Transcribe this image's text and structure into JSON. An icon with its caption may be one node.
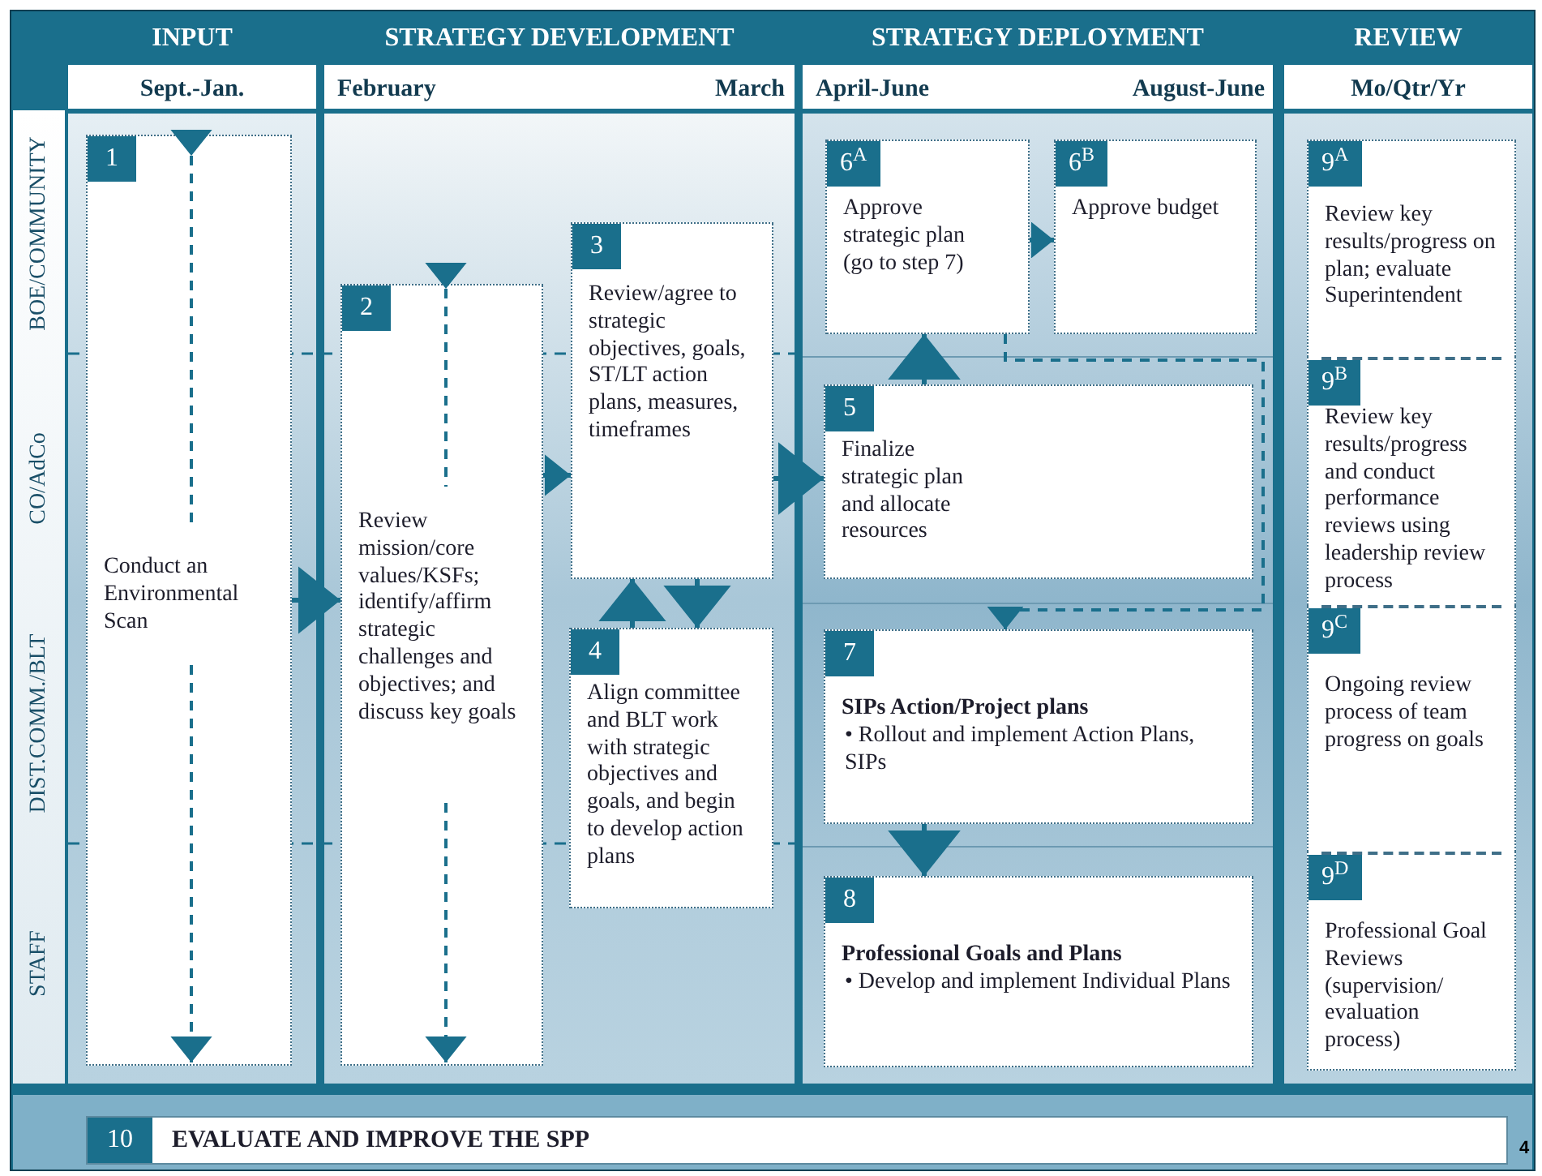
{
  "diagram": {
    "nodes": [
      {
        "text": [
          "1",
          "Conduct an Environmental Scan"
        ]
      },
      {
        "text": [
          "2",
          "Review mission/core values/KSFs; identify/affirm strategic challenges and objectives; and discuss key goals"
        ]
      },
      {
        "text": [
          "3",
          "Review/agree to strategic objectives, goals, ST/LT action plans, measures, timeframes"
        ]
      },
      {
        "text": [
          "4",
          "Align committee and BLT work with strategic objectives and goals, and begin to develop action plans"
        ]
      },
      {
        "text": [
          "5",
          "Finalize strategic plan and allocate resources"
        ]
      },
      {
        "text": [
          "6$^{A}$",
          "Approve strategic plan (go to step 7)"
        ]
      },
      {
        "text": [
          "6$^{B}$",
          "Approve budget"
        ]
      },
      {
        "text": [
          "7",
          "SIPs Action/Project plans",
          "• Rollout and implement Action Plans, SIPs"
        ]
      },
      {
        "text": [
          "8",
          "Professional Goals and Plans",
          "• Develop and implement Individual Plans"
        ]
      },
      {
        "text": [
          "9$^{A}$",
          "Review key results/progress on plan; evaluate Superintendent"
        ]
      },
      {
        "text": [
          "9$^{B}$",
          "Review key results/progress and conduct performance reviews using leadership review process"
        ]
      },
      {
        "text": [
          "9$^{C}$",
          "Ongoing review process of team progress on goals"
        ]
      },
      {
        "text": [
          "9$^{D}$",
          "Professional Goal Reviews (supervision/ evaluation process)"
        ]
      },
      {
        "text": [
          "10",
          "EVALUATE AND IMPROVE THE SPP"
        ]
      }
    ],
    "edges": [
      {
        "from": 0,
        "to": 1,
        "arrow": "to"
      },
      {
        "from": 1,
        "to": 2,
        "arrow": "to"
      },
      {
        "from": 3,
        "to": 2,
        "arrow": "to"
      },
      {
        "from": 2,
        "to": 3,
        "arrow": "to"
      },
      {
        "from": 2,
        "to": 4,
        "arrow": "to"
      },
      {
        "from": 4,
        "to": 5,
        "arrow": "to"
      },
      {
        "from": 5,
        "to": 6,
        "arrow": "to"
      },
      {
        "from": 5,
        "to": 7,
        "arrow": "to",
        "style": "dashed"
      },
      {
        "from": 7,
        "to": 8,
        "arrow": "to"
      }
    ],
    "labels": [
      "INPUT",
      "STRATEGY DEVELOPMENT",
      "STRATEGY DEPLOYMENT",
      "REVIEW",
      "Sept.-Jan.",
      "February",
      "March",
      "April-June",
      "August-June",
      "Mo/Qtr/Yr",
      "BOE/COMMUNITY",
      "CO/AdCo",
      "DIST.COMM./BLT",
      "STAFF",
      "4"
    ]
  }
}
